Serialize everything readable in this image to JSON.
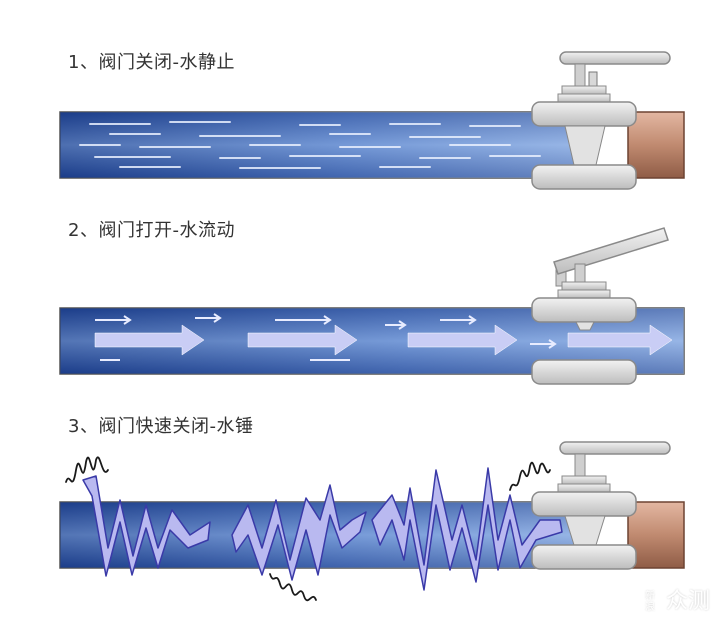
{
  "steps": [
    {
      "title": "1、阀门关闭-水静止"
    },
    {
      "title": "2、阀门打开-水流动"
    },
    {
      "title": "3、阀门快速关闭-水锤"
    }
  ],
  "watermark": {
    "small": "新浪",
    "large": "众测"
  },
  "colors": {
    "water_dark": "#1e3f8c",
    "water_light": "#7fa2dc",
    "valve_gray": "#dcdcdc",
    "valve_outline": "#8a8a8a",
    "copper": "#c08a70",
    "arrow_fill": "#c9cdf5",
    "wave_fill": "#b9b9f0",
    "wave_stroke": "#3a3aa8"
  },
  "icons": [
    "valve-icon",
    "handwheel-icon",
    "flow-arrow-icon",
    "shock-wave-icon",
    "vibration-icon"
  ]
}
